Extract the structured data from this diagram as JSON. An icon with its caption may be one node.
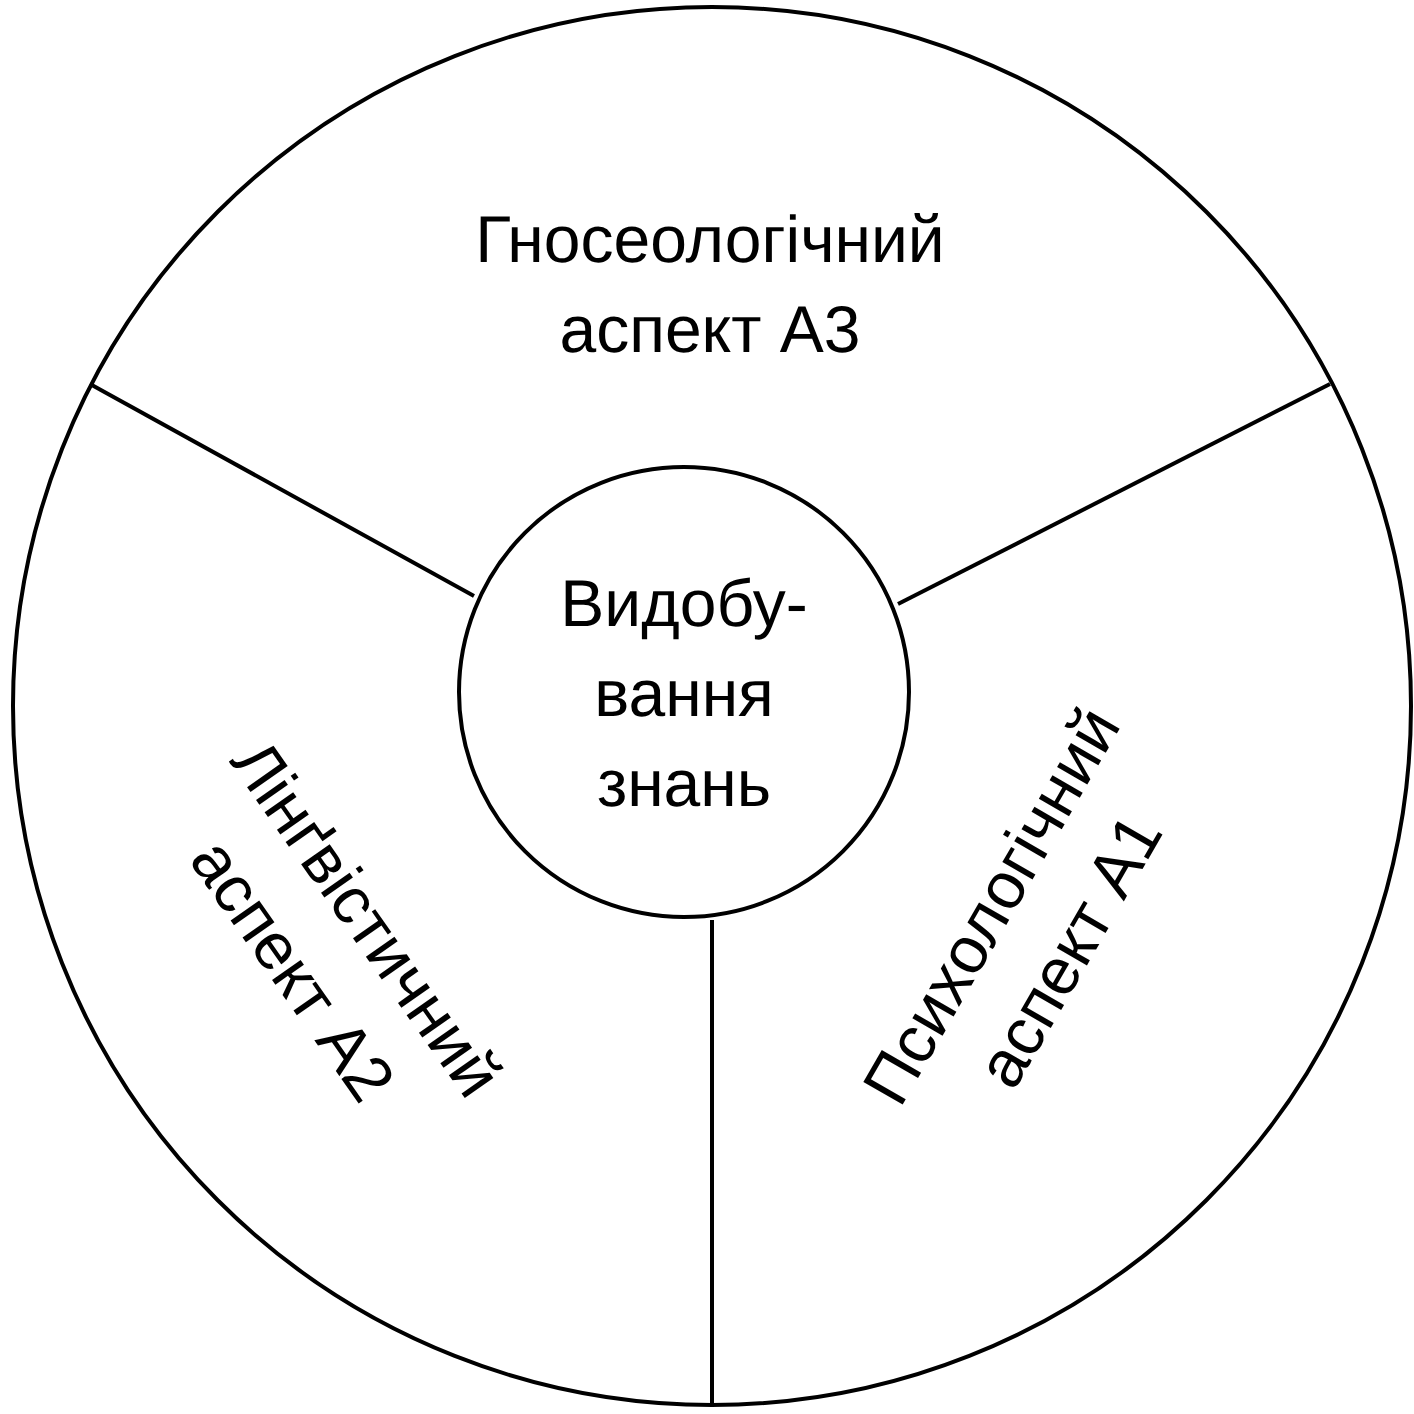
{
  "diagram": {
    "nodes": [
      {
        "text": [
          "Гносеологічний аспект А3",
          "Лінґвістичний аспект А2",
          "Психологічний аспект А1"
        ]
      },
      {
        "text": [
          "Видобу- вання знань"
        ],
        "in": 0
      }
    ]
  }
}
